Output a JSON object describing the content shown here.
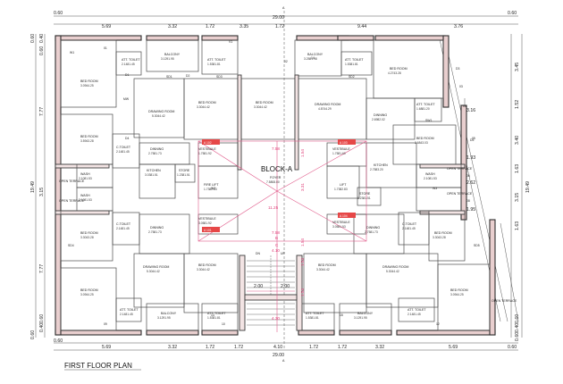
{
  "title": "FIRST FLOOR PLAN",
  "block_label": "BLOCK-A",
  "axis_markers": {
    "top": "A",
    "bottom": "A"
  },
  "dims_top": [
    "0.60",
    "5.69",
    "3.32",
    "1.72",
    "3.35",
    "1.72",
    "9.44",
    "3.76",
    "0.60"
  ],
  "dims_top_total": "29.00",
  "dims_bottom": [
    "0.60",
    "5.69",
    "3.32",
    "1.72",
    "1.72",
    "4.10",
    "1.72",
    "1.72",
    "3.32",
    "5.69",
    "0.60"
  ],
  "dims_bottom_total": "29.00",
  "dims_left": [
    "0.60",
    "0.40",
    "0.60",
    "7.77",
    "3.15",
    "7.77",
    "0.60",
    "0.40",
    "0.60"
  ],
  "dims_left_total": "19.49",
  "dims_right": [
    "3.45",
    "1.52",
    "3.40",
    "1.63",
    "3.15",
    "1.63",
    "0.60",
    "0.40",
    "0.60"
  ],
  "dims_right_total": "19.49",
  "dims_right_inner": [
    "3.16",
    "1.93",
    "2.62",
    "1.95"
  ],
  "pink_dims": [
    "7.58",
    "3.31",
    "11.25",
    "7.58",
    "4.10",
    "4.30",
    "1.54",
    "1.54",
    "1.54",
    "1.54",
    "2.00",
    "2.00"
  ],
  "stair_labels": {
    "dn": "DN",
    "up": "UP",
    "b": "B",
    "c": "C"
  },
  "flats": [
    {
      "label": "A 102",
      "vestibule": "VESTIBULE",
      "size": "1.7581.92"
    },
    {
      "label": "A 103",
      "vestibule": "VESTIBULE",
      "size": "1.7581.60"
    },
    {
      "label": "A 101",
      "vestibule": "VESTIBULE",
      "size": "3.0581.92"
    },
    {
      "label": "A 104",
      "vestibule": "VESTIBULE",
      "size": "3.0581.53"
    }
  ],
  "rooms": {
    "foyer": {
      "name": "FOYER",
      "size": "7.5808.00"
    },
    "fire_lift": {
      "name": "FIRE LIFT",
      "size": "1.7382.83"
    },
    "lift": {
      "name": "LIFT",
      "size": "1.7382.83"
    },
    "tl_bed": {
      "name": "BED ROOM",
      "size": "3.0944.25"
    },
    "tl_balcony": {
      "name": "BALCONY",
      "size": "3.1291.95"
    },
    "tl_att": {
      "name": "ATT. TOILET",
      "size": "2.1481.45"
    },
    "tl_att2": {
      "name": "ATT. TOILET",
      "size": "1.5381.81"
    },
    "tl_drawing": {
      "name": "DRAWING ROOM",
      "size": "5.3044.42"
    },
    "tl_bed2": {
      "name": "BED ROOM",
      "size": "3.5943.28"
    },
    "tl_bed3": {
      "name": "BED ROOM",
      "size": "3.3044.42"
    },
    "tl_ctoilet": {
      "name": "C.TOILET",
      "size": "2.1481.45"
    },
    "tl_dinning": {
      "name": "DINNING",
      "size": "2.7581.73"
    },
    "tl_kitchen": {
      "name": "KITCHEN",
      "size": "3.0381.51"
    },
    "tl_store": {
      "name": "STORE",
      "size": "1.2381.51"
    },
    "tl_wash": {
      "name": "WASH",
      "size": "2.1081.53"
    },
    "tl_wash2": {
      "name": "WASH",
      "size": "2.1081.53"
    },
    "open_terrace": "OPEN TERRACE",
    "tr_balcony": {
      "name": "BALCONY",
      "size": "3.2581.98"
    },
    "tr_att": {
      "name": "ATT. TOILET",
      "size": "1.5381.81"
    },
    "tr_bed": {
      "name": "BED ROOM",
      "size": "4.2743.28"
    },
    "tr_drawing": {
      "name": "DRAWING ROOM",
      "size": "4.8744.29"
    },
    "tr_bed2": {
      "name": "BED ROOM",
      "size": "3.3044.42"
    },
    "tr_dinning": {
      "name": "DINNING",
      "size": "2.6982.02"
    },
    "tr_att2": {
      "name": "ATT. TOILET",
      "size": "1.6881.20"
    },
    "tr_bed3": {
      "name": "BED ROOM",
      "size": "3.6843.03"
    },
    "tr_kitchen": {
      "name": "KITCHEN",
      "size": "2.7583.20"
    },
    "tr_wash": {
      "name": "WASH",
      "size": "2.1081.53"
    },
    "tr_store": {
      "name": "STORE",
      "size": "1.2381.51"
    },
    "bl_bed": {
      "name": "BED ROOM",
      "size": "3.3043.28"
    },
    "bl_ctoilet": {
      "name": "C.TOILET",
      "size": "2.1481.45"
    },
    "bl_dinning": {
      "name": "DINNING",
      "size": "2.7581.73"
    },
    "bl_drawing": {
      "name": "DRAWING ROOM",
      "size": "5.3044.42"
    },
    "bl_bed2": {
      "name": "BED ROOM",
      "size": "3.0944.25"
    },
    "bl_bed3": {
      "name": "BED ROOM",
      "size": "3.3044.42"
    },
    "bl_att": {
      "name": "ATT. TOILET",
      "size": "2.1481.45"
    },
    "bl_balcony": {
      "name": "BALCONY",
      "size": "3.1291.95"
    },
    "bl_att2": {
      "name": "ATT. TOILET",
      "size": "1.5381.81"
    },
    "br_bed": {
      "name": "BED ROOM",
      "size": "3.3043.28"
    },
    "br_ctoilet": {
      "name": "C.TOILET",
      "size": "2.1481.45"
    },
    "br_dinning": {
      "name": "DINNING",
      "size": "2.7581.73"
    },
    "br_drawing": {
      "name": "DRAWING ROOM",
      "size": "5.3044.42"
    },
    "br_bed2": {
      "name": "BED ROOM",
      "size": "3.0944.25"
    },
    "br_bed3": {
      "name": "BED ROOM",
      "size": "3.3044.42"
    },
    "br_att": {
      "name": "ATT. TOILET",
      "size": "2.1481.45"
    },
    "br_balcony": {
      "name": "BALCONY",
      "size": "3.1291.95"
    },
    "br_att2": {
      "name": "ATT. TOILET",
      "size": "1.5381.81"
    }
  },
  "openings": [
    "D1",
    "D2",
    "D3",
    "D4",
    "D5",
    "W1",
    "W2",
    "W3",
    "V1",
    "SD1",
    "SD2",
    "SD3",
    "SD4",
    "SD5",
    "MW",
    "SW1",
    "01",
    "02",
    "03",
    "04",
    "05",
    "06",
    "08",
    "09",
    "10",
    "12",
    "13",
    "14",
    "15"
  ]
}
